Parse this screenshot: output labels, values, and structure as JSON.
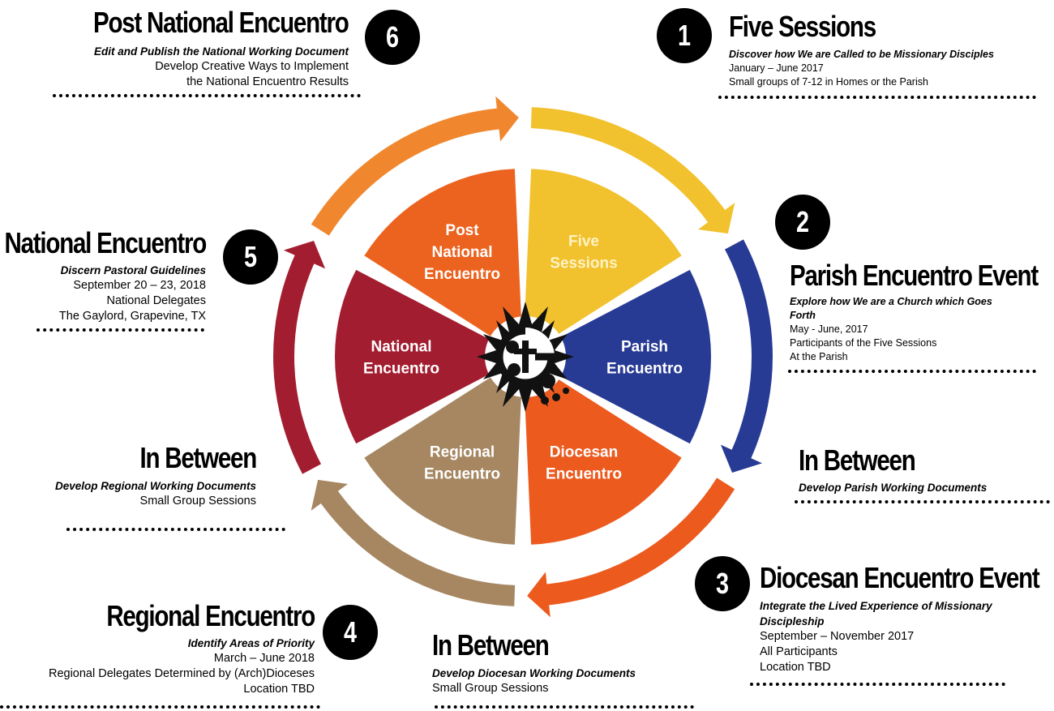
{
  "steps": {
    "s1": {
      "number": "1",
      "title": "Five Sessions",
      "subtitle": "Discover how We are Called to be Missionary Disciples",
      "lines": [
        "January – June 2017",
        "Small groups of 7-12 in Homes or the Parish"
      ]
    },
    "s2": {
      "number": "2",
      "title": "Parish Encuentro Event",
      "subtitle": [
        "Explore how We are a Church which Goes",
        "Forth"
      ],
      "lines": [
        "May - June, 2017",
        "Participants of the Five Sessions",
        "At the Parish"
      ]
    },
    "s3": {
      "number": "3",
      "title": "Diocesan Encuentro Event",
      "subtitle": [
        "Integrate the Lived Experience of Missionary",
        "Discipleship"
      ],
      "lines": [
        "September – November 2017",
        "All Participants",
        "Location TBD"
      ]
    },
    "s4": {
      "number": "4",
      "title": "Regional Encuentro",
      "subtitle": "Identify Areas of Priority",
      "lines": [
        "March – June 2018",
        "Regional Delegates Determined by (Arch)Dioceses",
        "Location TBD"
      ]
    },
    "s5": {
      "number": "5",
      "title": "National Encuentro",
      "subtitle": "Discern Pastoral Guidelines",
      "lines": [
        "September 20 – 23, 2018",
        "National Delegates",
        "The Gaylord, Grapevine, TX"
      ]
    },
    "s6": {
      "number": "6",
      "title": "Post National Encuentro",
      "subtitle": "Edit and Publish the National Working Document",
      "lines": [
        "Develop Creative Ways to Implement",
        "the National Encuentro Results"
      ]
    }
  },
  "between": {
    "b_parish": {
      "title": "In Between",
      "subtitle": "Develop Parish Working Documents"
    },
    "b_diocesan": {
      "title": "In Between",
      "subtitle": "Develop Diocesan Working Documents",
      "line": "Small Group Sessions"
    },
    "b_regional": {
      "title": "In Between",
      "subtitle": "Develop Regional Working Documents",
      "line": "Small Group Sessions"
    }
  },
  "wheel": {
    "segments": [
      {
        "lines": [
          "Five",
          "Sessions"
        ],
        "color": "#f2c12e",
        "text_color": "#fff3c4"
      },
      {
        "lines": [
          "Parish",
          "Encuentro"
        ],
        "color": "#283b94",
        "text_color": "#ffffff"
      },
      {
        "lines": [
          "Diocesan",
          "Encuentro"
        ],
        "color": "#ec5a1e",
        "text_color": "#ffffff"
      },
      {
        "lines": [
          "Regional",
          "Encuentro"
        ],
        "color": "#a68762",
        "text_color": "#ffffff"
      },
      {
        "lines": [
          "National",
          "Encuentro"
        ],
        "color": "#a31d30",
        "text_color": "#ffffff"
      },
      {
        "lines": [
          "Post",
          "National",
          "Encuentro"
        ],
        "color": "#ec631f",
        "text_color": "#ffffff"
      }
    ],
    "arrows": [
      {
        "color": "#f2c12e"
      },
      {
        "color": "#283b94"
      },
      {
        "color": "#ec5a1e"
      },
      {
        "color": "#a68762"
      },
      {
        "color": "#a31d30"
      },
      {
        "color": "#f0872e"
      }
    ],
    "center_icon": "encuentro-logo-icon"
  }
}
